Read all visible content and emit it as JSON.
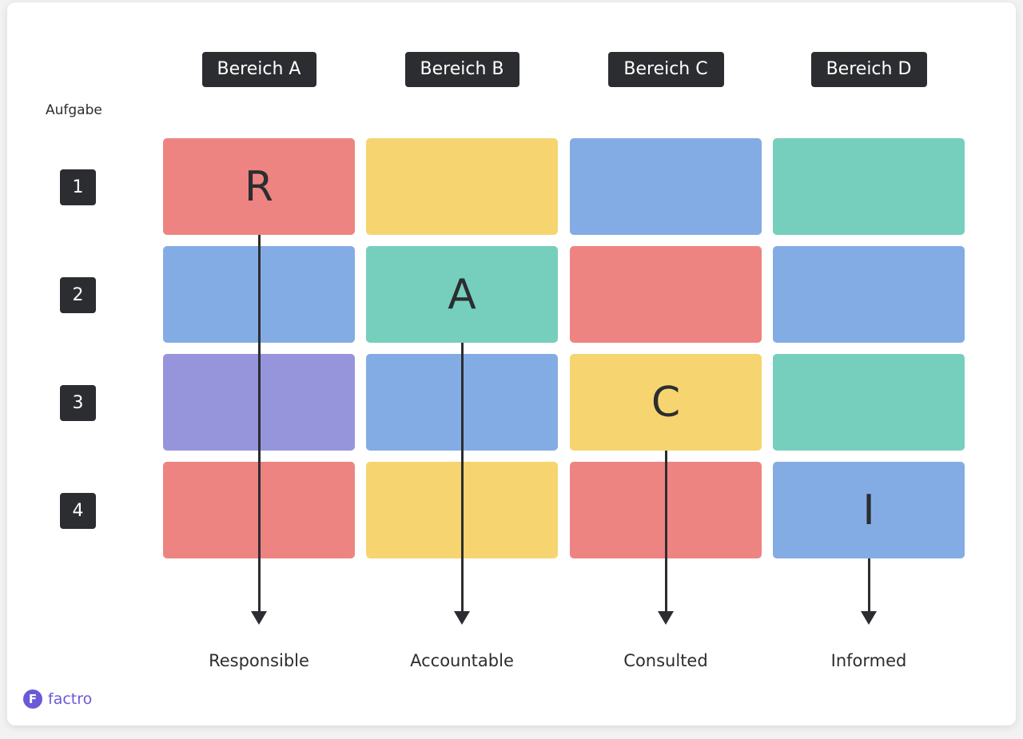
{
  "columns": [
    "Bereich A",
    "Bereich B",
    "Bereich C",
    "Bereich D"
  ],
  "row_header_label": "Aufgabe",
  "rows": [
    "1",
    "2",
    "3",
    "4"
  ],
  "palette": {
    "red": "#ee8481",
    "yellow": "#f6d570",
    "blue": "#84ace4",
    "teal": "#76cfbc",
    "purple": "#9695dc",
    "dark": "#2b2d30",
    "brand": "#6a5ad8"
  },
  "grid": [
    [
      {
        "color": "red",
        "letter": "R"
      },
      {
        "color": "yellow",
        "letter": ""
      },
      {
        "color": "blue",
        "letter": ""
      },
      {
        "color": "teal",
        "letter": ""
      }
    ],
    [
      {
        "color": "blue",
        "letter": ""
      },
      {
        "color": "teal",
        "letter": "A"
      },
      {
        "color": "red",
        "letter": ""
      },
      {
        "color": "blue",
        "letter": ""
      }
    ],
    [
      {
        "color": "purple",
        "letter": ""
      },
      {
        "color": "blue",
        "letter": ""
      },
      {
        "color": "yellow",
        "letter": "C"
      },
      {
        "color": "teal",
        "letter": ""
      }
    ],
    [
      {
        "color": "red",
        "letter": ""
      },
      {
        "color": "yellow",
        "letter": ""
      },
      {
        "color": "red",
        "letter": ""
      },
      {
        "color": "blue",
        "letter": "I"
      }
    ]
  ],
  "roles": [
    {
      "label": "Responsible",
      "column": 0,
      "from_row": 0
    },
    {
      "label": "Accountable",
      "column": 1,
      "from_row": 1
    },
    {
      "label": "Consulted",
      "column": 2,
      "from_row": 2
    },
    {
      "label": "Informed",
      "column": 3,
      "from_row": 3
    }
  ],
  "logo": {
    "mark": "F",
    "text": "factro"
  }
}
